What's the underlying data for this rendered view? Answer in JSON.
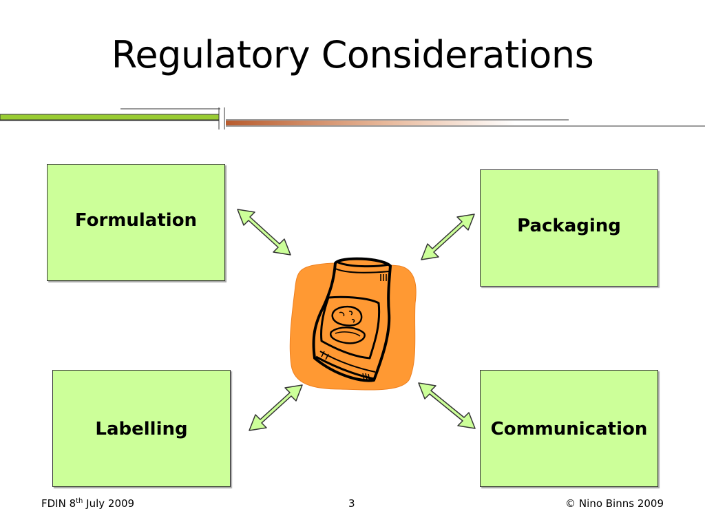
{
  "slide": {
    "title": "Regulatory Considerations",
    "center_icon": "food-bag-icon"
  },
  "boxes": {
    "formulation": "Formulation",
    "packaging": "Packaging",
    "labelling": "Labelling",
    "communication": "Communication"
  },
  "footer": {
    "left_prefix": "FDIN 8",
    "left_superscript": "th",
    "left_suffix": " July 2009",
    "page_number": "3",
    "copyright": "© Nino Binns 2009"
  },
  "colors": {
    "box_fill": "#ccff99",
    "divider_green": "#99cc33",
    "divider_brown": "#b85c2e",
    "clipart_orange": "#ff9933"
  }
}
